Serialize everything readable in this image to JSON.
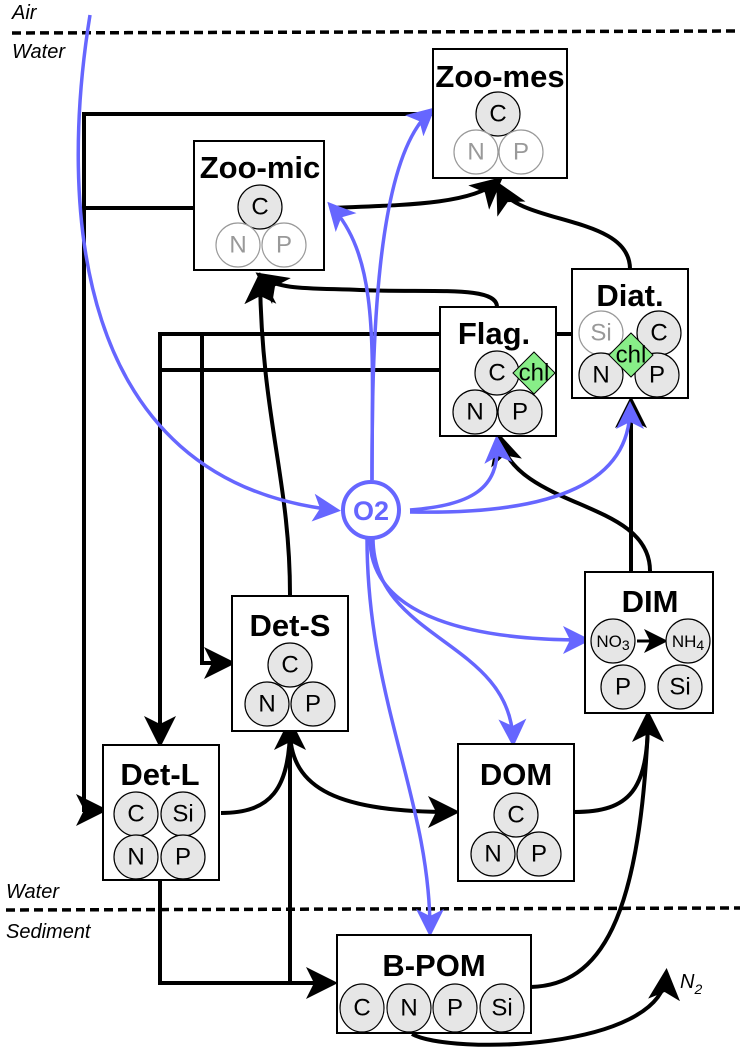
{
  "zones": {
    "air": "Air",
    "water_top": "Water",
    "water_bottom": "Water",
    "sediment": "Sediment"
  },
  "compartments": {
    "zoo_mes": {
      "title": "Zoo-mes",
      "c": "C",
      "n": "N",
      "p": "P"
    },
    "zoo_mic": {
      "title": "Zoo-mic",
      "c": "C",
      "n": "N",
      "p": "P"
    },
    "flag": {
      "title": "Flag.",
      "c": "C",
      "chl": "chl",
      "n": "N",
      "p": "P"
    },
    "diat": {
      "title": "Diat.",
      "si": "Si",
      "c": "C",
      "chl": "chl",
      "n": "N",
      "p": "P"
    },
    "o2": {
      "label": "O2"
    },
    "dim": {
      "title": "DIM",
      "no3": "NO",
      "no3_sub": "3",
      "nh4": "NH",
      "nh4_sub": "4",
      "p": "P",
      "si": "Si"
    },
    "det_s": {
      "title": "Det-S",
      "c": "C",
      "n": "N",
      "p": "P"
    },
    "det_l": {
      "title": "Det-L",
      "c": "C",
      "si": "Si",
      "n": "N",
      "p": "P"
    },
    "dom": {
      "title": "DOM",
      "c": "C",
      "n": "N",
      "p": "P"
    },
    "b_pom": {
      "title": "B-POM",
      "c": "C",
      "n": "N",
      "p": "P",
      "si": "Si"
    }
  },
  "outputs": {
    "n2": "N",
    "n2_sub": "2"
  },
  "colors": {
    "oxygen_flow": "#6666ff",
    "material_flow": "#000000",
    "chlorophyll": "#88ee88",
    "element_fill": "#e6e6e6"
  }
}
